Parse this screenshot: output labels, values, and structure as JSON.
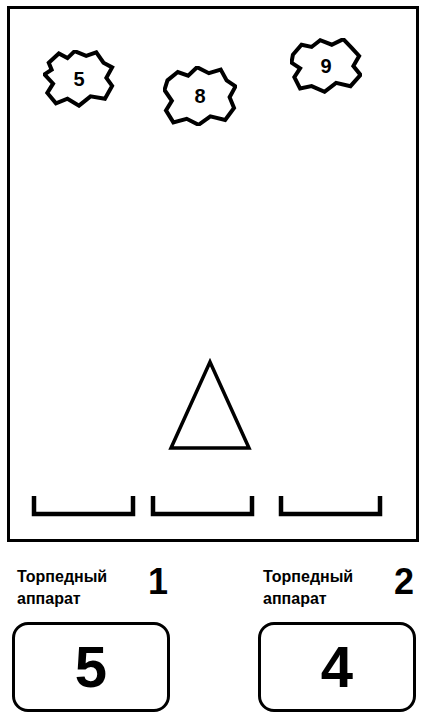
{
  "diagram": {
    "nodes": [
      {
        "text": [
          "5"
        ]
      },
      {
        "text": [
          "8"
        ]
      },
      {
        "text": [
          "9"
        ]
      },
      {
        "text": [
          "Торпедный аппарат",
          "1",
          "5"
        ]
      },
      {
        "text": [
          "Торпедный аппарат",
          "2",
          "4"
        ]
      }
    ]
  }
}
